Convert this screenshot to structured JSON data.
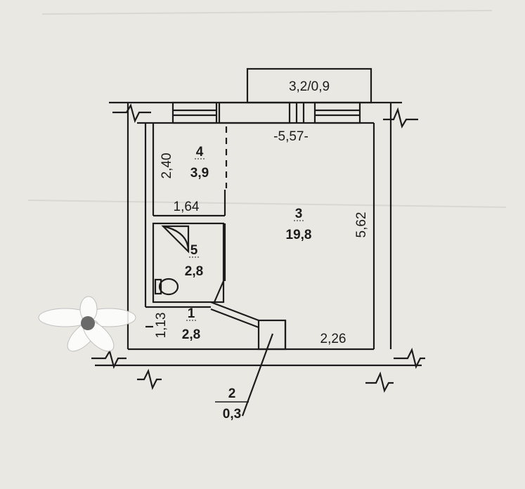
{
  "balcony": {
    "label": "3,2/0,9"
  },
  "dimensions": {
    "main_width": "-5,57-",
    "main_height": "5,62",
    "closet_height": "2,40",
    "closet_width": "1,64",
    "hall_height": "1,13",
    "bottom_right_width": "2,26"
  },
  "rooms": [
    {
      "number": "4",
      "area": "3,9"
    },
    {
      "number": "3",
      "area": "19,8"
    },
    {
      "number": "5",
      "area": "2,8"
    },
    {
      "number": "1",
      "area": "2,8"
    },
    {
      "number": "2",
      "area": "0,3"
    }
  ],
  "colors": {
    "paper": "#e9e8e3",
    "ink": "#1c1c1c"
  }
}
